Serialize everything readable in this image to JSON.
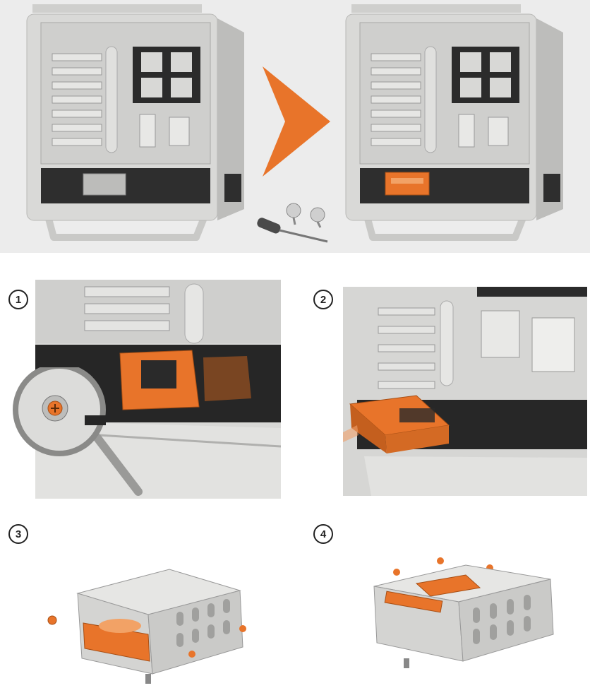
{
  "steps": [
    {
      "number": "1"
    },
    {
      "number": "2"
    },
    {
      "number": "3"
    },
    {
      "number": "4"
    }
  ],
  "colors": {
    "accent_orange": "#e8742a",
    "case_gray": "#d2d2d0",
    "case_dark": "#2b2b2b",
    "panel_bg": "#ececec"
  },
  "icons": {
    "arrow": "orange-right-arrow-icon",
    "screwdriver": "screwdriver-icon",
    "screws": "thumbscrew-icon",
    "magnifier": "magnifier-icon"
  }
}
